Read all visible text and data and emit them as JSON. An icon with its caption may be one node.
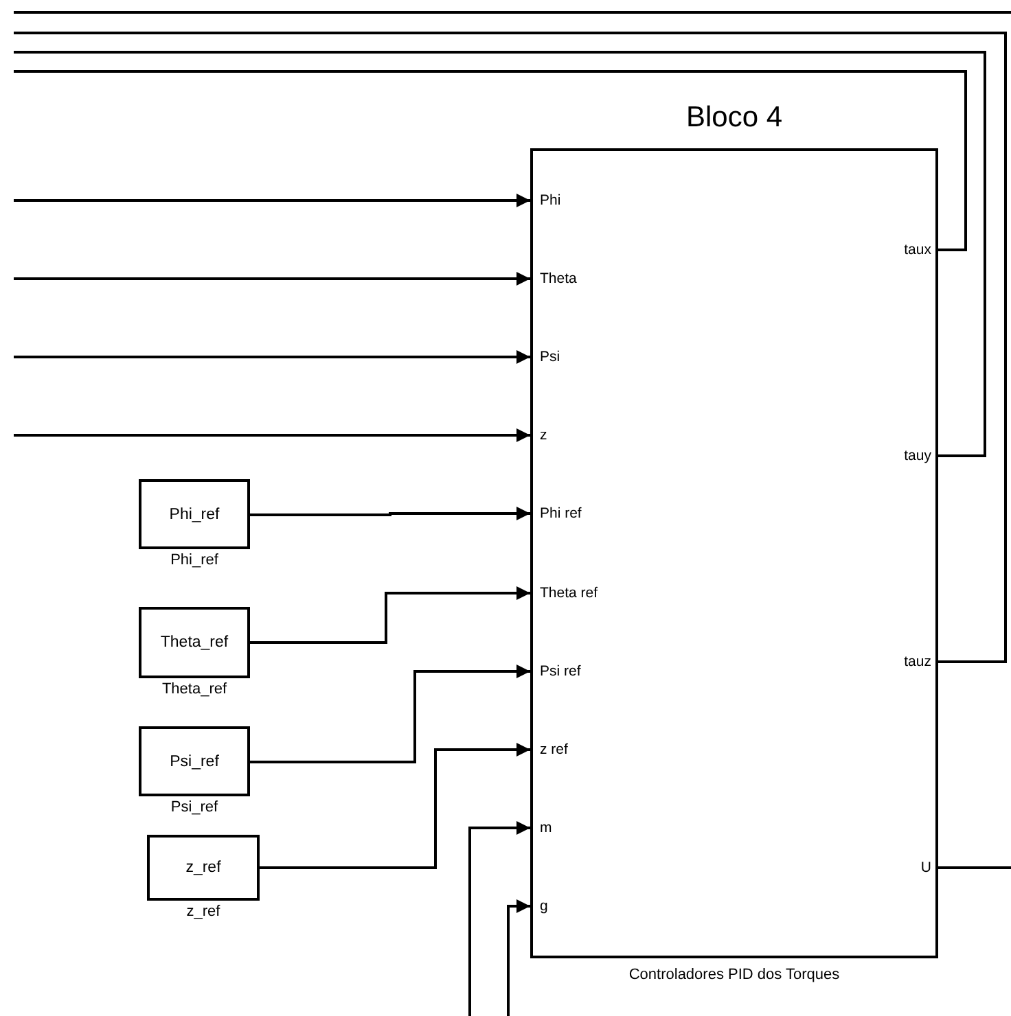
{
  "diagram": {
    "nodes": [
      {
        "text": [
          "Bloco 4"
        ],
        "beside": [
          "Controladores PID dos Torques"
        ]
      },
      {
        "text": [
          "Phi"
        ],
        "in": 0
      },
      {
        "text": [
          "Theta"
        ],
        "in": 0
      },
      {
        "text": [
          "Psi"
        ],
        "in": 0
      },
      {
        "text": [
          "z"
        ],
        "in": 0
      },
      {
        "text": [
          "Phi ref"
        ],
        "in": 0
      },
      {
        "text": [
          "Theta ref"
        ],
        "in": 0
      },
      {
        "text": [
          "Psi ref"
        ],
        "in": 0
      },
      {
        "text": [
          "z ref"
        ],
        "in": 0
      },
      {
        "text": [
          "m"
        ],
        "in": 0
      },
      {
        "text": [
          "g"
        ],
        "in": 0
      },
      {
        "text": [
          "taux"
        ],
        "in": 0
      },
      {
        "text": [
          "tauy"
        ],
        "in": 0
      },
      {
        "text": [
          "tauz"
        ],
        "in": 0
      },
      {
        "text": [
          "U"
        ],
        "in": 0
      },
      {
        "text": [
          "Phi_ref"
        ],
        "beside": [
          "Phi_ref"
        ]
      },
      {
        "text": [
          "Theta_ref"
        ],
        "beside": [
          "Theta_ref"
        ]
      },
      {
        "text": [
          "Psi_ref"
        ],
        "beside": [
          "Psi_ref"
        ]
      },
      {
        "text": [
          "z_ref"
        ],
        "beside": [
          "z_ref"
        ]
      }
    ],
    "edges": [
      {
        "from": null,
        "to": 1,
        "arrow": "to"
      },
      {
        "from": null,
        "to": 2,
        "arrow": "to"
      },
      {
        "from": null,
        "to": 3,
        "arrow": "to"
      },
      {
        "from": null,
        "to": 4,
        "arrow": "to"
      },
      {
        "from": 15,
        "to": 5,
        "arrow": "to"
      },
      {
        "from": 16,
        "to": 6,
        "arrow": "to"
      },
      {
        "from": 17,
        "to": 7,
        "arrow": "to"
      },
      {
        "from": 18,
        "to": 8,
        "arrow": "to"
      },
      {
        "from": null,
        "to": 9,
        "arrow": "to"
      },
      {
        "from": null,
        "to": 10,
        "arrow": "to"
      },
      {
        "from": 11,
        "to": null,
        "arrow": "none"
      },
      {
        "from": 12,
        "to": null,
        "arrow": "none"
      },
      {
        "from": 13,
        "to": null,
        "arrow": "none"
      },
      {
        "from": 14,
        "to": null,
        "arrow": "none"
      }
    ]
  }
}
